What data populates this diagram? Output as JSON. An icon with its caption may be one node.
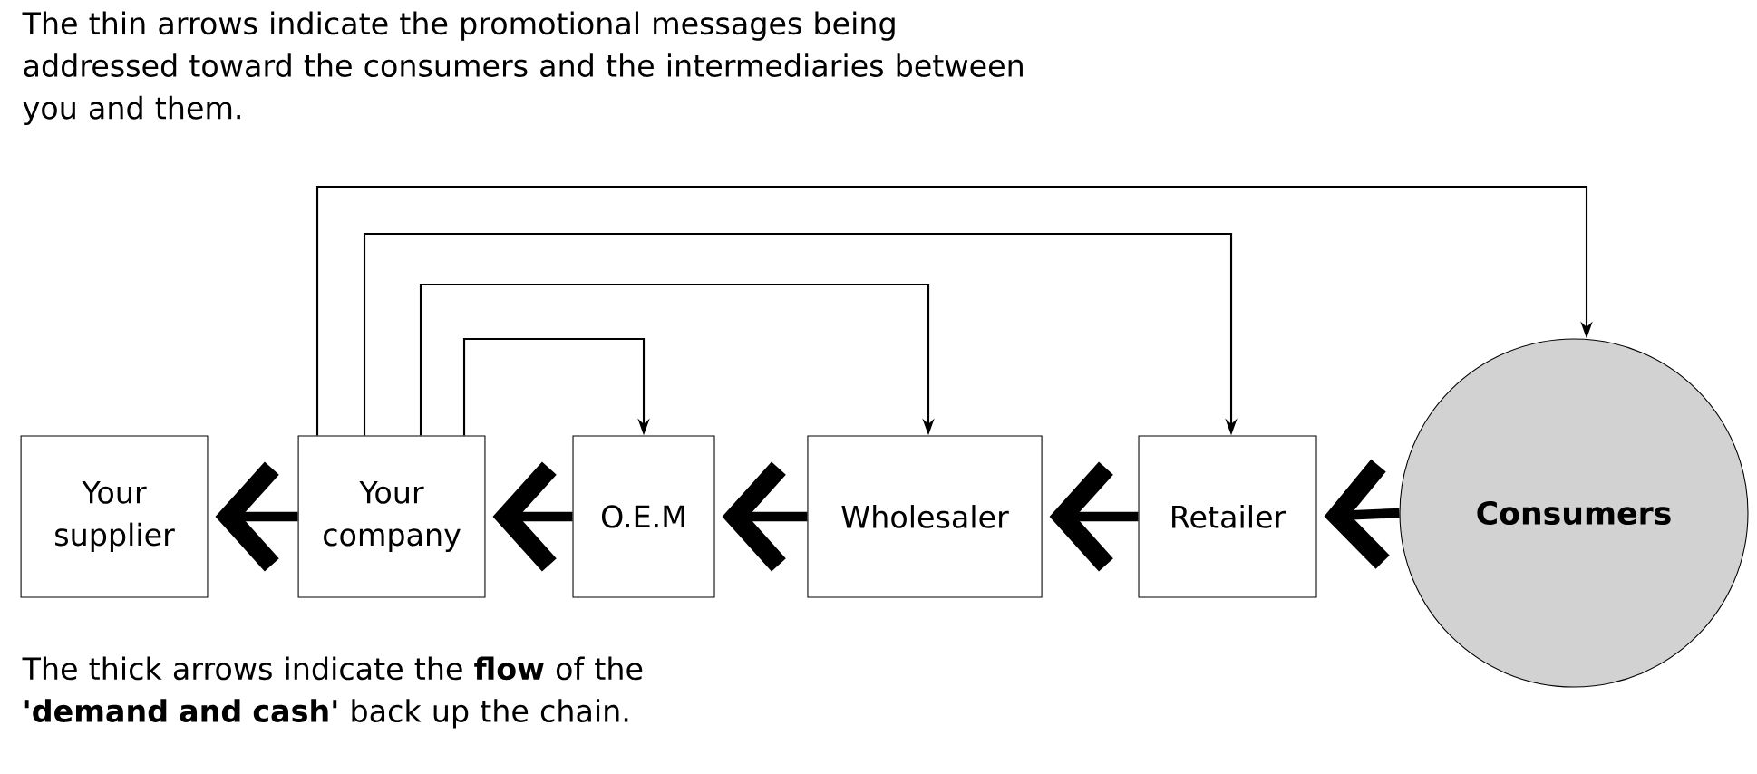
{
  "diagram": {
    "nodes": [
      {
        "text": [
          "Your supplier"
        ]
      },
      {
        "text": [
          "Your company"
        ]
      },
      {
        "text": [
          "O.E.M"
        ]
      },
      {
        "text": [
          "Wholesaler"
        ]
      },
      {
        "text": [
          "Retailer"
        ]
      },
      {
        "text": [
          "Consumers"
        ]
      }
    ],
    "edges": [
      {
        "from": 5,
        "to": 4,
        "arrow": "to"
      },
      {
        "from": 4,
        "to": 3,
        "arrow": "to"
      },
      {
        "from": 3,
        "to": 2,
        "arrow": "to"
      },
      {
        "from": 2,
        "to": 1,
        "arrow": "to"
      },
      {
        "from": 1,
        "to": 0,
        "arrow": "to"
      },
      {
        "from": 1,
        "to": 2,
        "arrow": "to"
      },
      {
        "from": 1,
        "to": 3,
        "arrow": "to"
      },
      {
        "from": 1,
        "to": 4,
        "arrow": "to"
      },
      {
        "from": 1,
        "to": 5,
        "arrow": "to"
      }
    ],
    "labels": [
      "The thin arrows indicate the promotional messages being addressed toward the consumers and the intermediaries between you and them.",
      "The thick arrows indicate the **flow** of the **'demand and cash'** back up the chain."
    ]
  }
}
